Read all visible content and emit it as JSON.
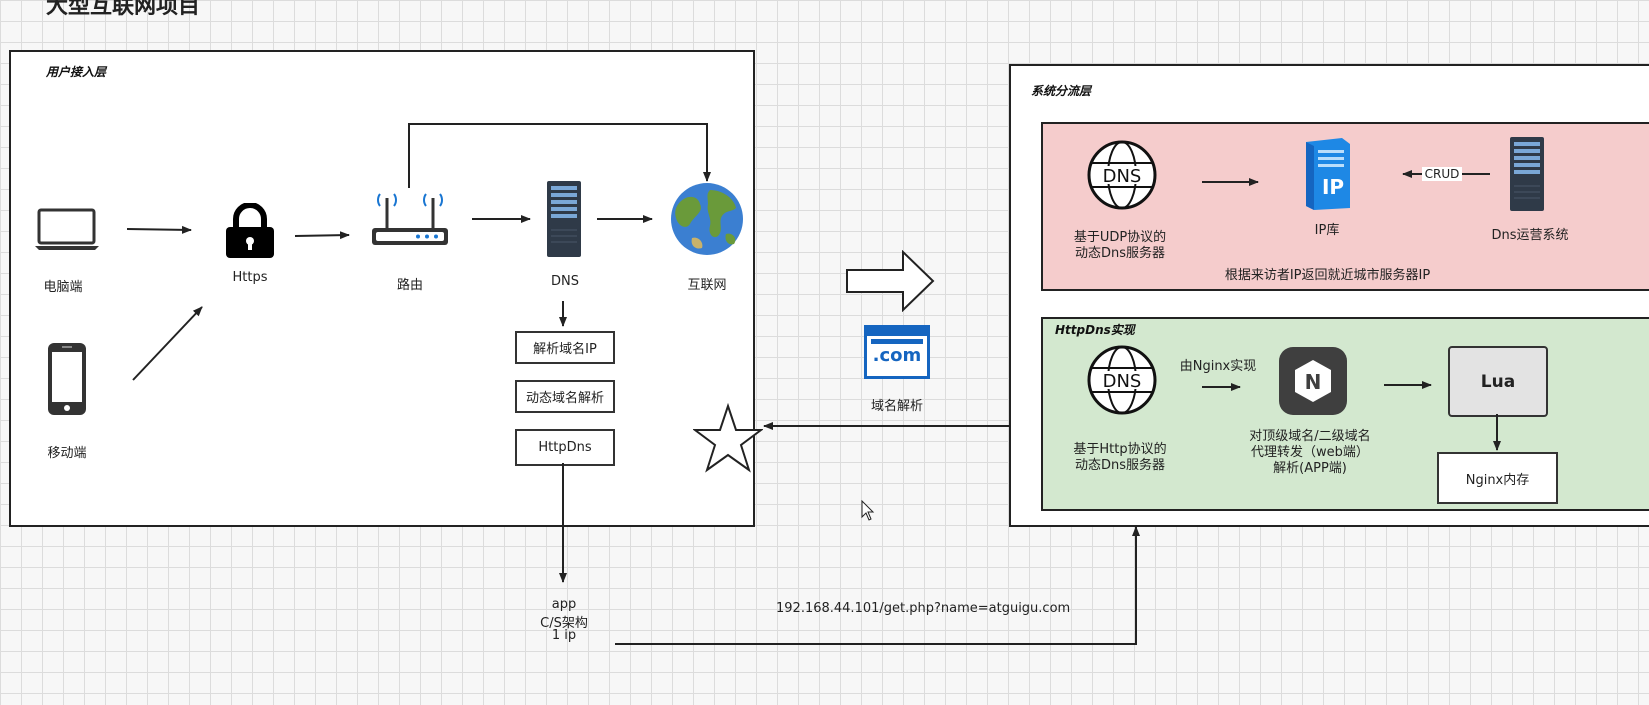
{
  "page_title": "大型互联网项目",
  "left_panel": {
    "title": "用户接入层",
    "nodes": {
      "pc": "电脑端",
      "mobile": "移动端",
      "https": "Https",
      "router": "路由",
      "dns": "DNS",
      "internet": "互联网"
    },
    "dns_boxes": [
      "解析域名IP",
      "动态域名解析",
      "HttpDns"
    ]
  },
  "middle": {
    "domain_label": "域名解析",
    "com_text": ".com"
  },
  "right_panel": {
    "title": "系统分流层",
    "top": {
      "dns_text": "DNS",
      "udp_label_line1": "基于UDP协议的",
      "udp_label_line2": "动态Dns服务器",
      "ip_lib": "IP库",
      "ip_icon_text": "IP",
      "crud": "CRUD",
      "ops": "Dns运营系统",
      "caption": "根据来访者IP返回就近城市服务器IP"
    },
    "bottom": {
      "title": "HttpDns实现",
      "dns_text": "DNS",
      "http_label_line1": "基于Http协议的",
      "http_label_line2": "动态Dns服务器",
      "nginx_note": "由Nginx实现",
      "nginx_icon_text": "N",
      "proxy_line1": "对顶级域名/二级域名",
      "proxy_line2": "代理转发（web端）",
      "proxy_line3": "解析(APP端)",
      "lua": "Lua",
      "nginx_mem": "Nginx内存"
    }
  },
  "bottom_notes": {
    "app_line1": "app",
    "app_line2": "C/S架构",
    "app_line3": "1 ip",
    "url": "192.168.44.101/get.php?name=atguigu.com"
  },
  "colors": {
    "top_fill": "#f5cccc",
    "bottom_fill": "#d3e8cf",
    "com_blue": "#1565c0",
    "server_dark": "#2f3a48",
    "ip_blue": "#1e88e5"
  },
  "icons": [
    "laptop-icon",
    "phone-icon",
    "lock-icon",
    "router-icon",
    "server-icon",
    "globe-icon",
    "dns-globe-icon",
    "ip-server-icon",
    "nginx-icon",
    "star-icon",
    "com-icon",
    "cursor-icon"
  ]
}
